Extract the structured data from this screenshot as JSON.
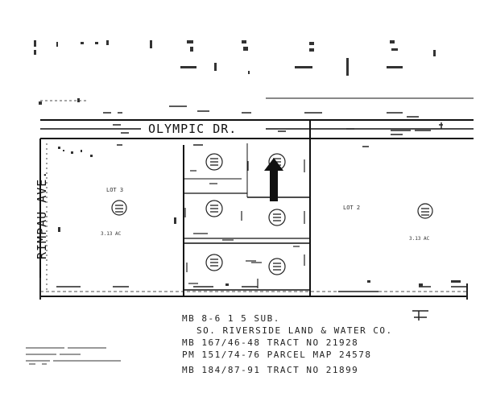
{
  "map": {
    "streets": {
      "olympic": "OLYMPIC DR.",
      "rimpau": "RIMPAU AVE."
    },
    "lot_labels": [
      "LOT 3",
      "LOT 2"
    ],
    "frontage_numbers": [
      "3.13 AC",
      "3.13 AC"
    ],
    "references": [
      "MB 8-6 1 5 SUB.",
      "SO. RIVERSIDE LAND & WATER CO.",
      "MB 167/46-48 TRACT NO 21928",
      "PM 151/74-76 PARCEL MAP 24578",
      "MB 184/87-91 TRACT NO 21899"
    ],
    "colors": {
      "ink": "#111111",
      "paper": "#ffffff"
    },
    "icons": [
      "north-arrow-icon"
    ]
  }
}
